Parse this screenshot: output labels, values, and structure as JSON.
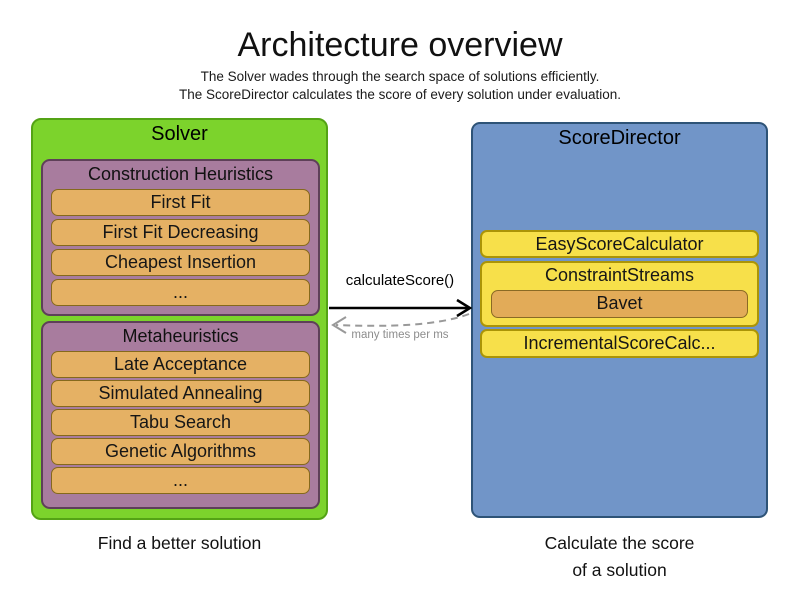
{
  "header": {
    "title": "Architecture overview",
    "subtitle1": "The Solver wades through the search space of solutions efficiently.",
    "subtitle2": "The ScoreDirector calculates the score of every solution under evaluation."
  },
  "solver": {
    "title": "Solver",
    "caption": "Find a better solution",
    "construction_heuristics": {
      "title": "Construction Heuristics",
      "items": [
        "First Fit",
        "First Fit Decreasing",
        "Cheapest Insertion",
        "..."
      ]
    },
    "metaheuristics": {
      "title": "Metaheuristics",
      "items": [
        "Late Acceptance",
        "Simulated Annealing",
        "Tabu Search",
        "Genetic Algorithms",
        "..."
      ]
    }
  },
  "score_director": {
    "title": "ScoreDirector",
    "caption_line1": "Calculate the score",
    "caption_line2": "of a solution",
    "easy_score_calculator": "EasyScoreCalculator",
    "constraint_streams": {
      "title": "ConstraintStreams",
      "item": "Bavet"
    },
    "incremental_score_calculator": "IncrementalScoreCalc..."
  },
  "interaction": {
    "call_label": "calculateScore()",
    "frequency_label": "many times per ms"
  },
  "colors": {
    "solver_fill": "#7cd32c",
    "solver_border": "#54a315",
    "section_fill": "#a87c9e",
    "section_border": "#5e4058",
    "item_fill": "#e5b164",
    "item_border": "#85691c",
    "director_fill": "#7195c8",
    "director_border": "#2e5377",
    "calculator_fill": "#f7e04a",
    "calculator_border": "#ab9407",
    "solid_arrow": "#000000",
    "dashed_arrow": "#999999"
  }
}
